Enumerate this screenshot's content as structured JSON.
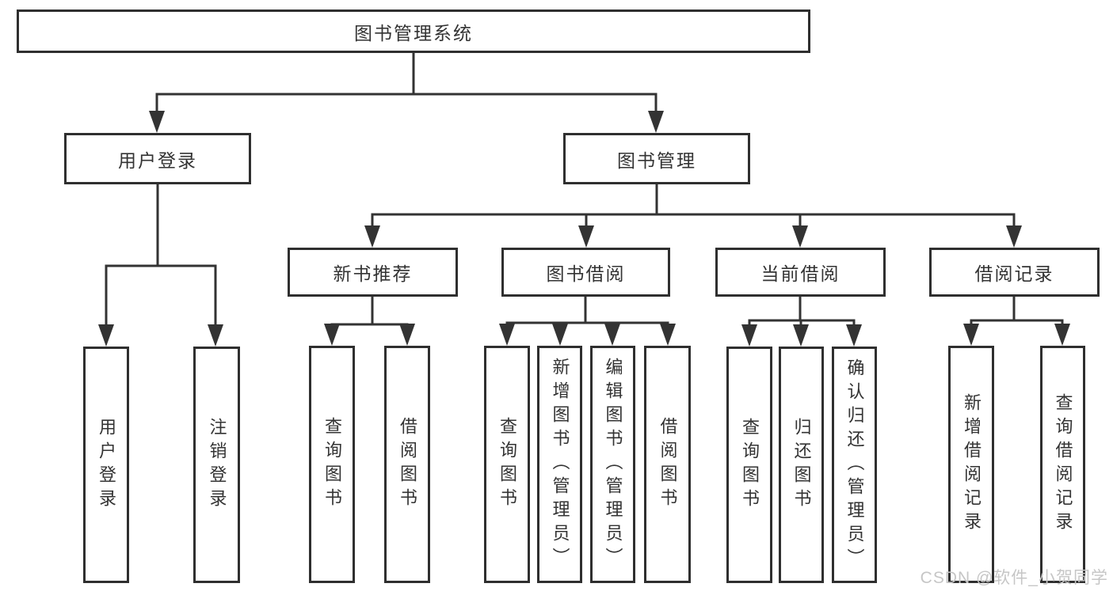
{
  "title": "图书管理系统",
  "watermark": "CSDN @软件_小贺同学",
  "colors": {
    "line": "#333333",
    "box_border": "#2f2f2f",
    "text": "#333333",
    "watermark": "#c6c6c6",
    "background": "#ffffff"
  },
  "nodes": {
    "root": {
      "label": "图书管理系统"
    },
    "user_login": {
      "label": "用户登录"
    },
    "book_mgmt": {
      "label": "图书管理"
    },
    "new_book_rec": {
      "label": "新书推荐"
    },
    "book_borrow": {
      "label": "图书借阅"
    },
    "current_borrow": {
      "label": "当前借阅"
    },
    "borrow_records": {
      "label": "借阅记录"
    },
    "leaf_user_login": {
      "label": "用户登录"
    },
    "leaf_logout": {
      "label": "注销登录"
    },
    "leaf_query_books_rec": {
      "label": "查询图书"
    },
    "leaf_borrow_books_rec": {
      "label": "借阅图书"
    },
    "leaf_query_books_borrow": {
      "label": "查询图书"
    },
    "leaf_add_books": {
      "label": "新增图书（管理员）"
    },
    "leaf_edit_books": {
      "label": "编辑图书（管理员）"
    },
    "leaf_borrow_books_borrow": {
      "label": "借阅图书"
    },
    "leaf_query_books_current": {
      "label": "查询图书"
    },
    "leaf_return_books": {
      "label": "归还图书"
    },
    "leaf_confirm_return": {
      "label": "确认归还（管理员）"
    },
    "leaf_add_borrow_record": {
      "label": "新增借阅记录"
    },
    "leaf_query_borrow_record": {
      "label": "查询借阅记录"
    }
  }
}
